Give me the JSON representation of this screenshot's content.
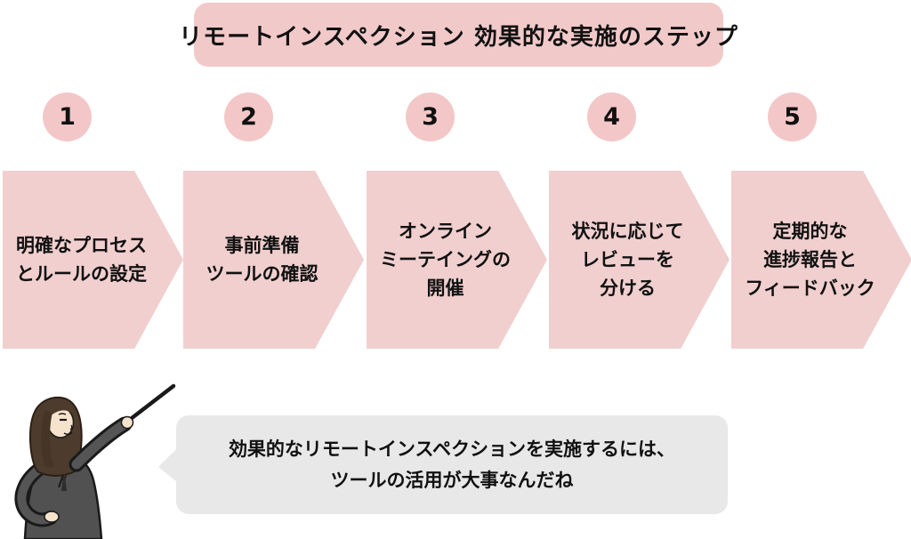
{
  "banner": {
    "title": "リモートインスペクション 効果的な実施のステップ"
  },
  "steps": [
    {
      "number": "1",
      "lines": [
        "明確なプロセス",
        "とルールの設定"
      ]
    },
    {
      "number": "2",
      "lines": [
        "事前準備",
        "ツールの確認"
      ]
    },
    {
      "number": "3",
      "lines": [
        "オンライン",
        "ミーテイングの",
        "開催"
      ]
    },
    {
      "number": "4",
      "lines": [
        "状況に応じて",
        "レビューを",
        "分ける"
      ]
    },
    {
      "number": "5",
      "lines": [
        "定期的な",
        "進捗報告と",
        "フィードバック"
      ]
    }
  ],
  "speech_bubble": {
    "lines": [
      "効果的なリモートインスペクションを実施するには、",
      "ツールの活用が大事なんだね"
    ]
  },
  "presenter": {
    "description": "woman-presenter-pointing-with-stick"
  },
  "colors": {
    "banner_pink": "#f2c9c9",
    "circle_pink": "#f3c7c8",
    "arrow_pink": "#f1cfcf",
    "bubble_gray": "#e8e8e8",
    "text_black": "#111111"
  }
}
